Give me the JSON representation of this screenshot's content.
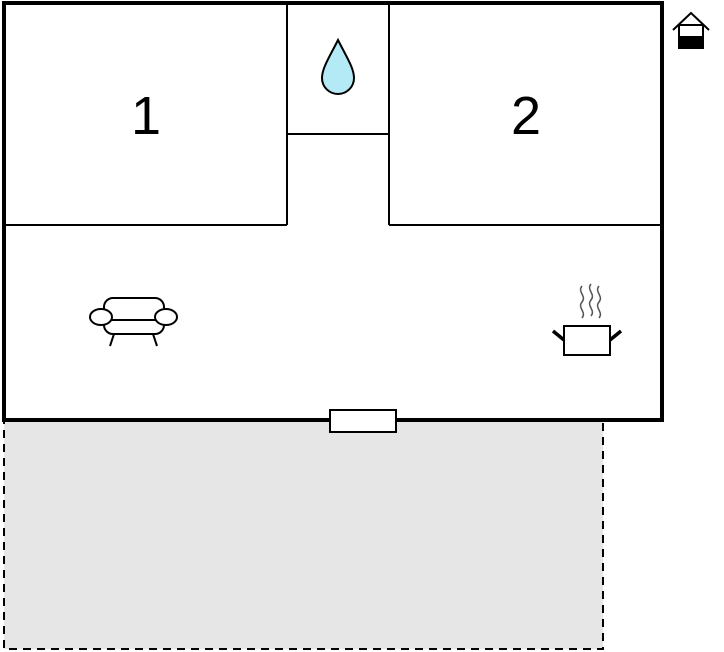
{
  "floorplan": {
    "rooms": [
      {
        "id": "bedroom-1",
        "label": "1"
      },
      {
        "id": "bedroom-2",
        "label": "2"
      }
    ],
    "icons": [
      "water-drop-icon",
      "sofa-icon",
      "cooking-pot-icon",
      "house-floor-icon",
      "door-icon"
    ],
    "terrace": {
      "style": "dashed"
    },
    "colors": {
      "wall": "#000000",
      "terrace_fill": "#e6e6e6",
      "water": "#b3eaf5",
      "background": "#ffffff"
    }
  }
}
